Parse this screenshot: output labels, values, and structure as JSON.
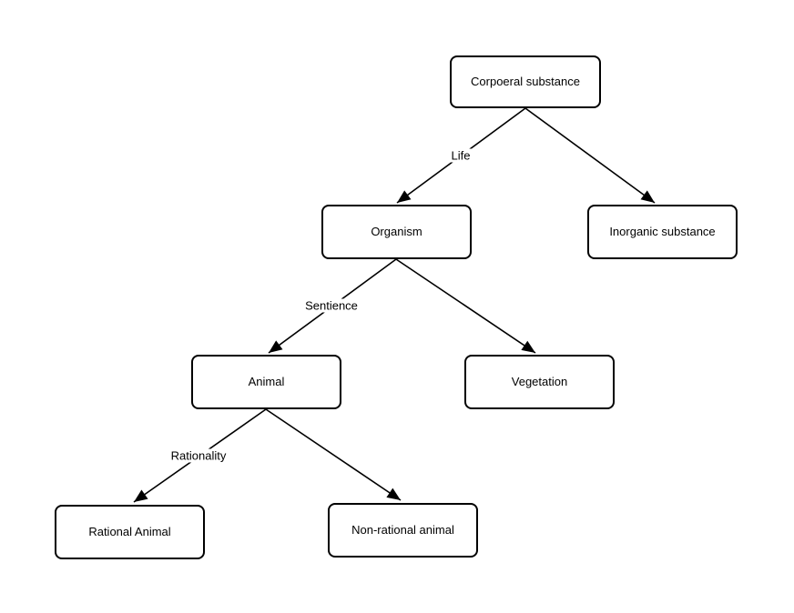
{
  "diagram": {
    "type": "tree",
    "colors": {
      "stroke": "#000000",
      "node_fill": "#ffffff",
      "background": "#ffffff",
      "text": "#000000"
    },
    "nodes": [
      {
        "id": "corporeal-substance",
        "label": "Corpoeral substance"
      },
      {
        "id": "organism",
        "label": "Organism"
      },
      {
        "id": "inorganic-substance",
        "label": "Inorganic substance"
      },
      {
        "id": "animal",
        "label": "Animal"
      },
      {
        "id": "vegetation",
        "label": "Vegetation"
      },
      {
        "id": "rational-animal",
        "label": "Rational Animal"
      },
      {
        "id": "non-rational-animal",
        "label": "Non-rational animal"
      }
    ],
    "edges": [
      {
        "from": "corporeal-substance",
        "to": "organism",
        "label": "Life"
      },
      {
        "from": "corporeal-substance",
        "to": "inorganic-substance",
        "label": ""
      },
      {
        "from": "organism",
        "to": "animal",
        "label": "Sentience"
      },
      {
        "from": "organism",
        "to": "vegetation",
        "label": ""
      },
      {
        "from": "animal",
        "to": "rational-animal",
        "label": "Rationality"
      },
      {
        "from": "animal",
        "to": "non-rational-animal",
        "label": ""
      }
    ]
  }
}
